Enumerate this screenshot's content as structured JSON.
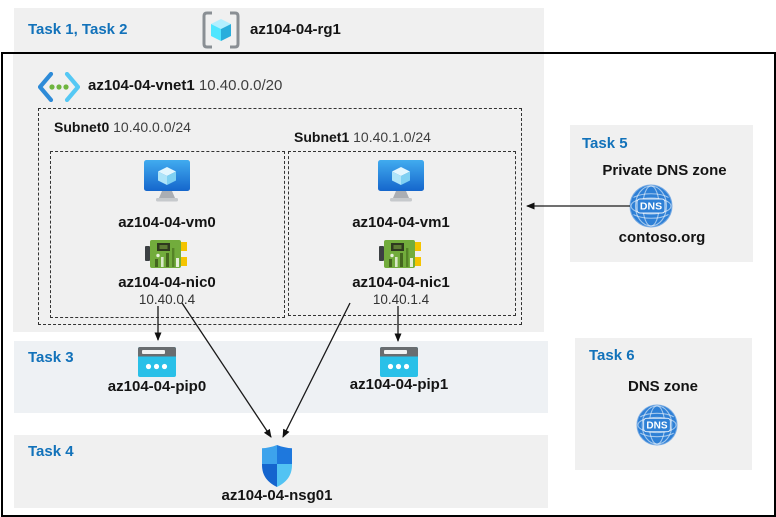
{
  "header": {
    "tasks_label": "Task 1, Task 2",
    "resource_group": "az104-04-rg1"
  },
  "vnet": {
    "name": "az104-04-vnet1",
    "cidr": "10.40.0.0/20"
  },
  "subnets": [
    {
      "name": "Subnet0",
      "cidr": "10.40.0.0/24",
      "vm": "az104-04-vm0",
      "nic": "az104-04-nic0",
      "ip": "10.40.0.4"
    },
    {
      "name": "Subnet1",
      "cidr": "10.40.1.0/24",
      "vm": "az104-04-vm1",
      "nic": "az104-04-nic1",
      "ip": "10.40.1.4"
    }
  ],
  "task3": {
    "label": "Task 3",
    "pip0": "az104-04-pip0",
    "pip1": "az104-04-pip1"
  },
  "task4": {
    "label": "Task 4",
    "nsg": "az104-04-nsg01"
  },
  "task5": {
    "label": "Task 5",
    "title": "Private DNS zone",
    "zone": "contoso.org",
    "dns_icon_text": "DNS"
  },
  "task6": {
    "label": "Task 6",
    "title": "DNS zone",
    "dns_icon_text": "DNS"
  },
  "colors": {
    "task_label": "#1272BA",
    "panel_fill": "#F0F0F0",
    "task3_fill": "#EEF1F4",
    "arrow": "#1A1A1A",
    "border": "#000000",
    "dns_icon": "#2E80D6",
    "vm_blue": "#1668CF",
    "nic_green": "#72AC3C",
    "pip_cyan": "#29C0E8"
  }
}
